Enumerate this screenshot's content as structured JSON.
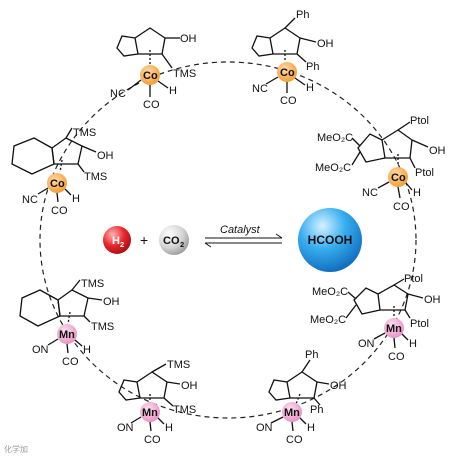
{
  "center": {
    "h2": {
      "main": "H",
      "sub": "2"
    },
    "plus": "+",
    "co2": {
      "main": "CO",
      "sub": "2"
    },
    "arrow_label": "Catalyst",
    "product": "HCOOH"
  },
  "complexes": [
    {
      "metal": "Co",
      "labels": [
        "OH",
        "TMS",
        "NC",
        "CO",
        "H"
      ]
    },
    {
      "metal": "Co",
      "labels": [
        "Ph",
        "OH",
        "Ph",
        "NC",
        "CO",
        "H"
      ]
    },
    {
      "metal": "Co",
      "labels": [
        "MeO₂C",
        "MeO₂C",
        "Ptol",
        "OH",
        "Ptol",
        "NC",
        "CO",
        "H"
      ]
    },
    {
      "metal": "Mn",
      "labels": [
        "MeO₂C",
        "MeO₂C",
        "Ptol",
        "OH",
        "Ptol",
        "ON",
        "CO",
        "H"
      ]
    },
    {
      "metal": "Mn",
      "labels": [
        "Ph",
        "OH",
        "Ph",
        "ON",
        "CO",
        "H"
      ]
    },
    {
      "metal": "Mn",
      "labels": [
        "TMS",
        "OH",
        "TMS",
        "ON",
        "CO",
        "H"
      ]
    },
    {
      "metal": "Mn",
      "labels": [
        "TMS",
        "OH",
        "TMS",
        "ON",
        "CO",
        "H"
      ]
    },
    {
      "metal": "Co",
      "labels": [
        "TMS",
        "OH",
        "TMS",
        "NC",
        "CO",
        "H"
      ]
    }
  ],
  "watermark": "化学加"
}
